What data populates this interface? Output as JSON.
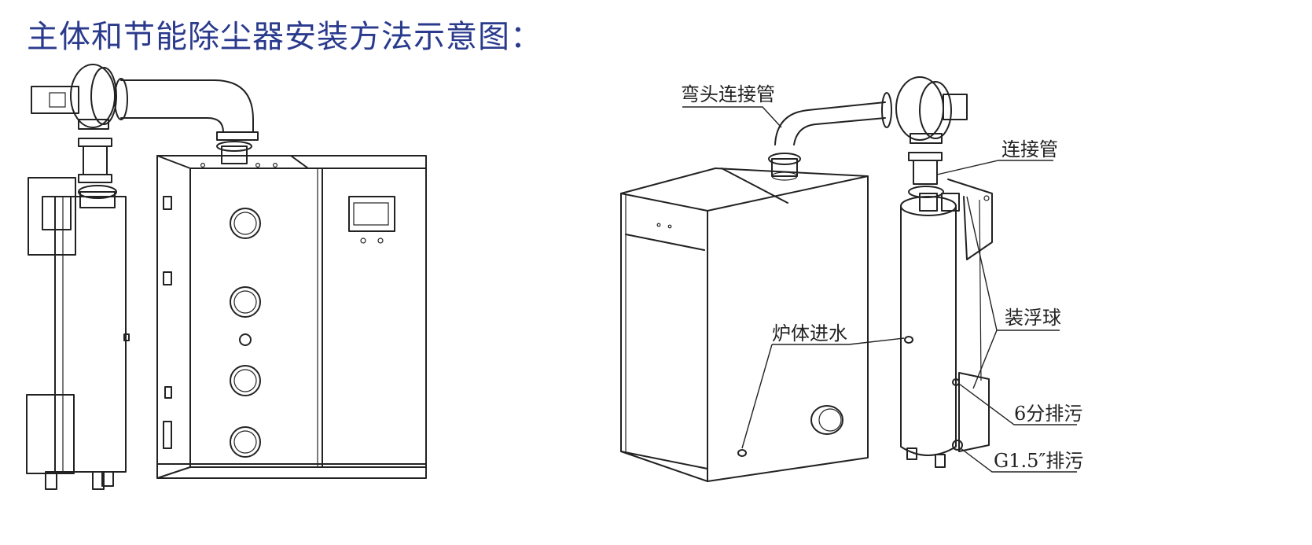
{
  "title": "主体和节能除尘器安装方法示意图：",
  "labels": {
    "elbow_pipe": "弯头连接管",
    "connect_pipe": "连接管",
    "float_ball": "装浮球",
    "furnace_inlet": "炉体进水",
    "drain_6": "6分排污",
    "drain_g15": "G1.5″排污"
  },
  "colors": {
    "title": "#2a3a8c",
    "line": "#222222"
  }
}
